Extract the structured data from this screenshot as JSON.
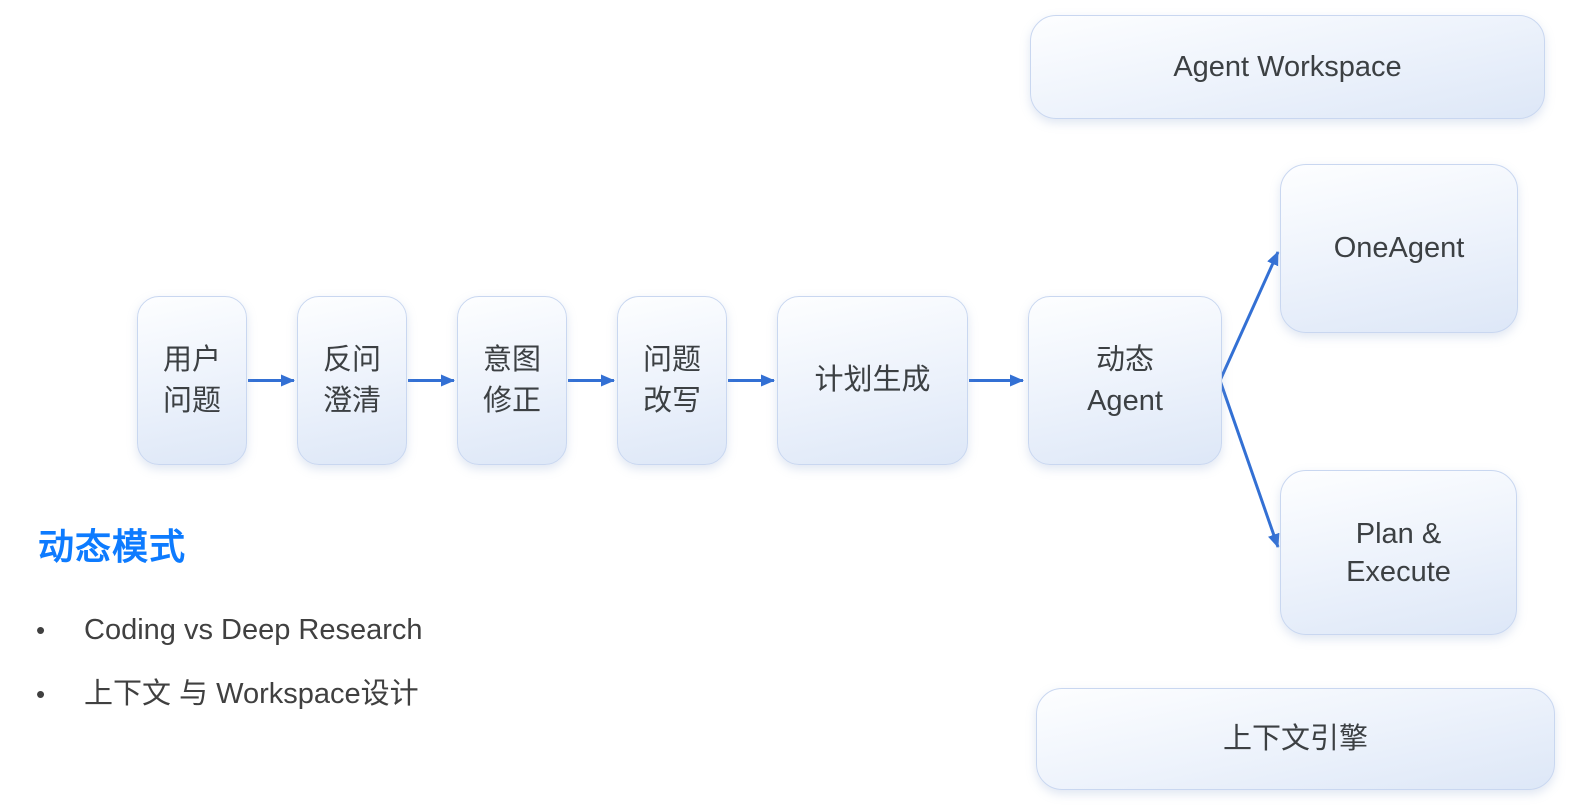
{
  "slide": {
    "notes": {
      "heading": "动态模式",
      "bullet_marker": "•",
      "bullets": [
        "Coding vs Deep Research",
        "上下文 与 Workspace设计"
      ]
    }
  },
  "diagram": {
    "flow_nodes": [
      {
        "label": "用户\n问题"
      },
      {
        "label": "反问\n澄清"
      },
      {
        "label": "意图\n修正"
      },
      {
        "label": "问题\n改写"
      },
      {
        "label": "计划生成"
      },
      {
        "label": "动态\nAgent"
      }
    ],
    "branch_nodes": {
      "one_agent": "OneAgent",
      "plan_execute": "Plan &\nExecute"
    },
    "workspace_label": "Agent Workspace",
    "context_engine_label": "上下文引擎"
  },
  "colors": {
    "arrow": "#3370d4",
    "heading_blue": "#0d7bff",
    "node_fill_top": "#fdfeff",
    "node_fill_bottom": "#dde7f7",
    "node_border": "#c9d7f0",
    "node_text": "#3c4043"
  }
}
